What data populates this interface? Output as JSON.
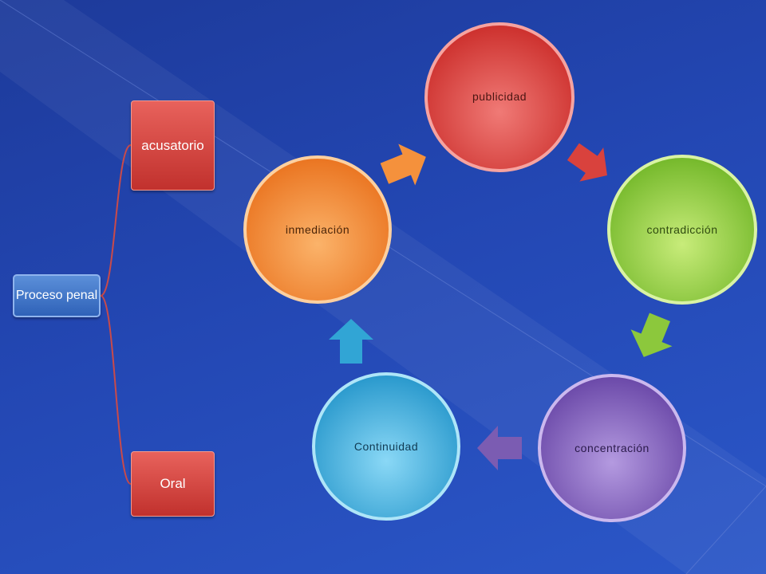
{
  "tree": {
    "root_label": "Proceso penal",
    "children": [
      {
        "label": "acusatorio",
        "color": "#d9423d"
      },
      {
        "label": "Oral",
        "color": "#d9423d"
      }
    ],
    "connector_color": "#c94a4a"
  },
  "cycle": {
    "nodes": [
      {
        "label": "publicidad",
        "color": "#e04a48"
      },
      {
        "label": "contradicción",
        "color": "#8cc83c"
      },
      {
        "label": "concentración",
        "color": "#7b5cb2"
      },
      {
        "label": "Continuidad",
        "color": "#31a5d5"
      },
      {
        "label": "inmediación",
        "color": "#f0822a"
      }
    ],
    "arrow_colors": [
      "#f0822a",
      "#d9423d",
      "#8cc83c",
      "#7b5cb2",
      "#31a5d5"
    ]
  }
}
